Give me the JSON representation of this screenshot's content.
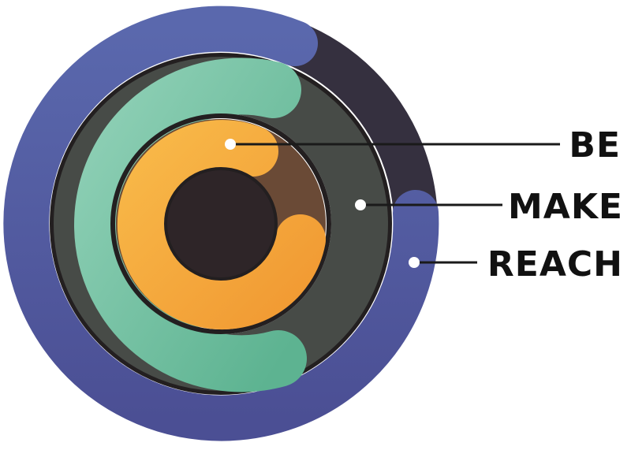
{
  "labels": {
    "be": "BE",
    "make": "MAKE",
    "reach": "REACH"
  },
  "colors": {
    "reach_ring": "#525b9e",
    "reach_track": "#35303f",
    "make_ring": "#6fbf9f",
    "make_track": "#474b47",
    "be_ring": "#f5a93a",
    "be_track": "#6a4a36",
    "core": "#2e2528",
    "outline": "#231f20",
    "leader_line": "#1a1a1a",
    "text": "#111111"
  }
}
